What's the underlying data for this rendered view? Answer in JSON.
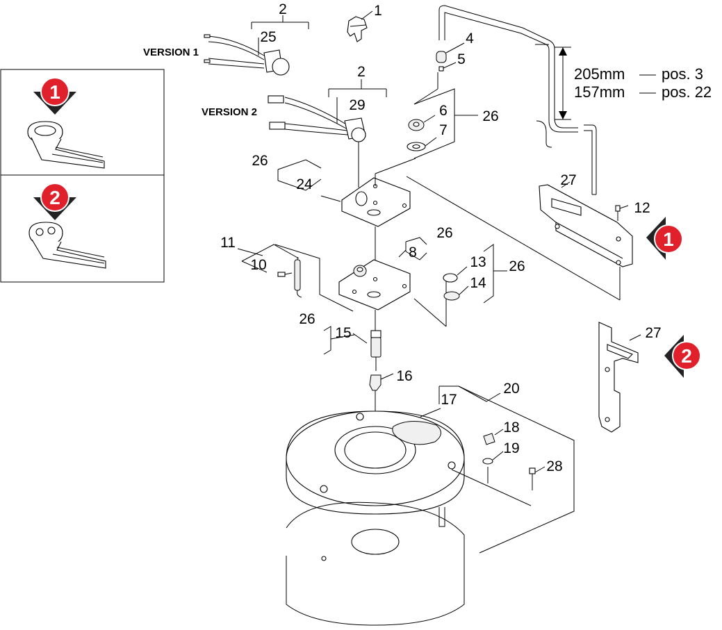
{
  "diagram": {
    "version_labels": {
      "v1": "VERSION 1",
      "v2": "VERSION 2"
    },
    "callouts": {
      "c1": "1",
      "c2a": "2",
      "c2b": "2",
      "c4": "4",
      "c5": "5",
      "c6": "6",
      "c7": "7",
      "c8": "8",
      "c10": "10",
      "c11": "11",
      "c12": "12",
      "c13": "13",
      "c14": "14",
      "c15": "15",
      "c16": "16",
      "c17": "17",
      "c18": "18",
      "c19": "19",
      "c20": "20",
      "c24": "24",
      "c25": "25",
      "c26a": "26",
      "c26b": "26",
      "c26c": "26",
      "c26d": "26",
      "c26e": "26",
      "c27a": "27",
      "c27b": "27",
      "c28": "28",
      "c29": "29"
    },
    "dimensions": [
      {
        "length": "205mm",
        "position": "pos. 3"
      },
      {
        "length": "157mm",
        "position": "pos. 22"
      }
    ],
    "badges": {
      "b1_left": "1",
      "b2_left": "2",
      "b1_right": "1",
      "b2_right": "2"
    },
    "colors": {
      "badge_red": "#e0202a",
      "badge_shadow": "#222222",
      "line": "#000000"
    }
  }
}
